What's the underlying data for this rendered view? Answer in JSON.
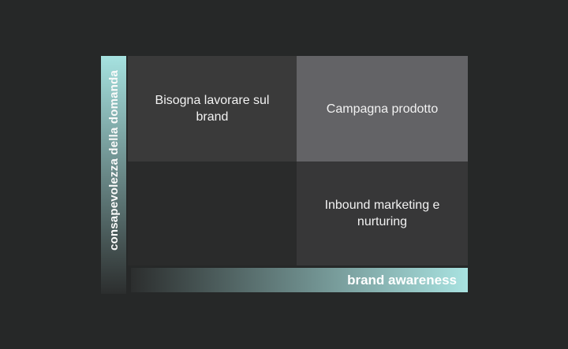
{
  "colors": {
    "background": "#262828",
    "text": "#f2f2f2",
    "accent_teal": "#a6e2e0",
    "gradient_dark": "#2c2e2e"
  },
  "matrix": {
    "quadrants": [
      {
        "position": "top-left",
        "label": "Bisogna lavorare sul\nbrand",
        "color": "#3a3a3a"
      },
      {
        "position": "top-right",
        "label": "Campagna prodotto",
        "color": "#636366"
      },
      {
        "position": "bottom-left",
        "label": "",
        "color": "#2a2b2b"
      },
      {
        "position": "bottom-right",
        "label": "Inbound marketing e\nnurturing",
        "color": "#373738"
      }
    ]
  },
  "axes": {
    "y": {
      "label": "consapevolezza della domanda",
      "direction": "bottom-to-top",
      "gradient_from": "#a6e2e0",
      "gradient_to": "#2c2e2e"
    },
    "x": {
      "label": "brand awareness",
      "direction": "left-to-right",
      "gradient_from": "#2c2e2e",
      "gradient_to": "#a9e3e1"
    }
  }
}
